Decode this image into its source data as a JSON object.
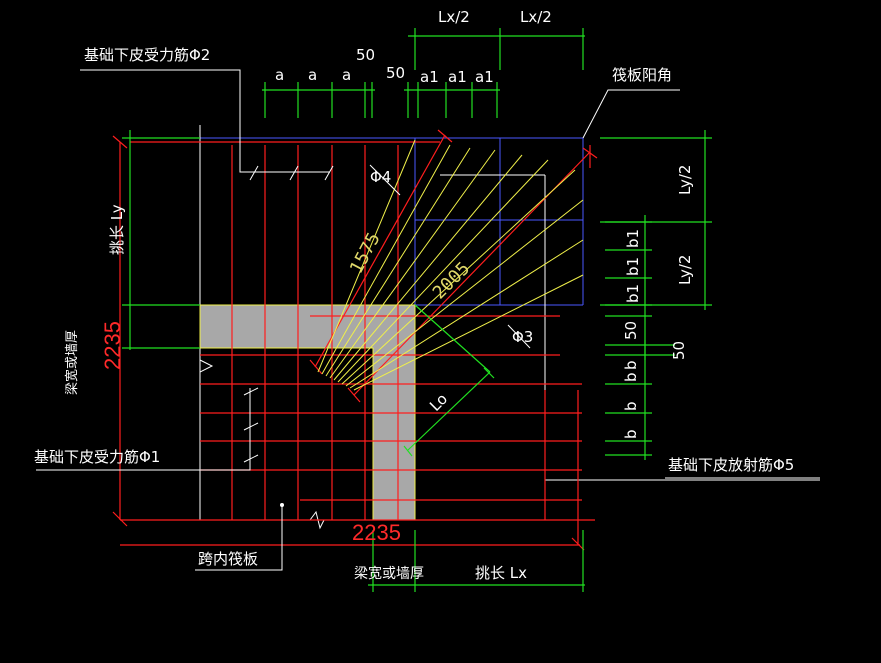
{
  "labels": {
    "bottom_main_bar_phi2": "基础下皮受力筋Φ2",
    "bottom_main_bar_phi1": "基础下皮受力筋Φ1",
    "bottom_radial_bar_phi5": "基础下皮放射筋Φ5",
    "raft_corner": "筏板阳角",
    "span_inner_raft": "跨内筏板",
    "beam_or_wall_width_bottom": "梁宽或墙厚",
    "beam_or_wall_width_left": "梁宽或墙厚",
    "overhang_lx": "挑长 Lx",
    "overhang_ly": "挑长 Ly",
    "phi4": "Φ4",
    "phi3": "Φ3",
    "lo": "Lo"
  },
  "dimensions": {
    "lx_half_1": "Lx/2",
    "lx_half_2": "Lx/2",
    "ly_half_1": "Ly/2",
    "ly_half_2": "Ly/2",
    "a1": "a",
    "a2": "a",
    "a3": "a",
    "fifty_top": "50",
    "fifty_top2": "50",
    "a1_1": "a1",
    "a1_2": "a1",
    "a1_3": "a1",
    "b1_1": "b1",
    "b1_2": "b1",
    "b1_3": "b1",
    "fifty_right": "50",
    "fifty_right2": "50",
    "b_1": "b",
    "b_2": "b",
    "b_3": "b",
    "b_4": "b",
    "len_1575": "1575",
    "len_2005": "2005",
    "len_2235_bottom": "2235",
    "len_2235_left": "2235"
  },
  "colors": {
    "background": "#000000",
    "dimension": "#21e021",
    "rebar": "#ff1e1e",
    "radial": "#f0f04a",
    "grid": "#4a58ff",
    "beam_fill": "#a8a8a8",
    "text": "#ffffff"
  }
}
